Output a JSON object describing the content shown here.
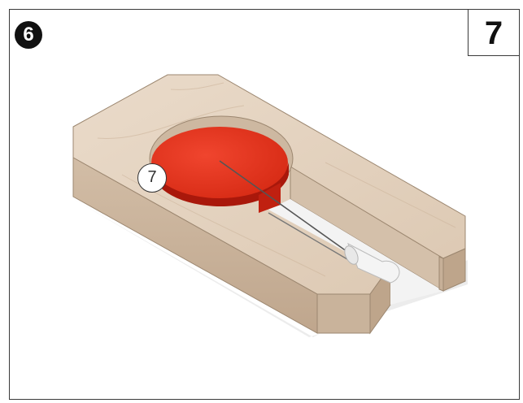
{
  "step": {
    "number": "6"
  },
  "page": {
    "number": "7"
  },
  "callout": {
    "label": "7"
  },
  "colors": {
    "wood_top": "#e6d6c4",
    "wood_side": "#cbb59e",
    "red_part": "#e3321f",
    "red_edge": "#a01608"
  },
  "icons": [
    "wood-block-illustration",
    "red-disc-part",
    "led-component"
  ]
}
